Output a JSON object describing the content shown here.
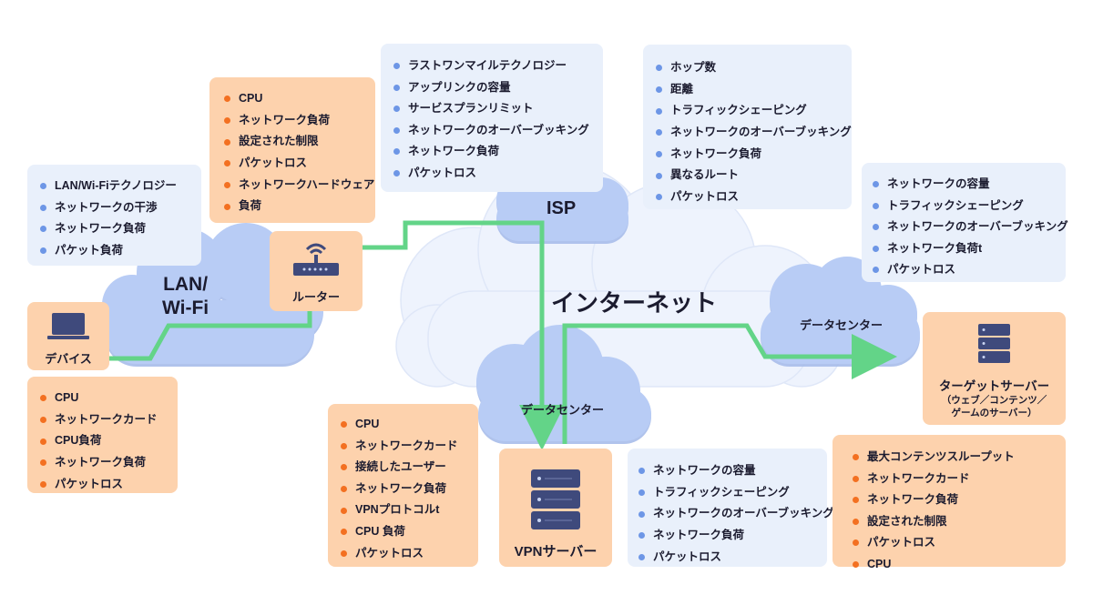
{
  "title": "インターネット",
  "clouds": {
    "lan": "LAN/\nWi-Fi",
    "isp": "ISP",
    "dc_left": "データセンター",
    "dc_right": "データセンター"
  },
  "nodes": {
    "device": "デバイス",
    "router": "ルーター",
    "vpn": "VPNサーバー",
    "target": "ターゲットサーバー",
    "target_sub": "（ウェブ／コンテンツ／\nゲームのサーバー）"
  },
  "lists": {
    "lan_wifi": [
      "LAN/Wi-Fiテクノロジー",
      "ネットワークの干渉",
      "ネットワーク負荷",
      "パケット負荷"
    ],
    "router": [
      "CPU",
      "ネットワーク負荷",
      "設定された制限",
      "パケットロス",
      "ネットワークハードウェア",
      "負荷"
    ],
    "isp": [
      "ラストワンマイルテクノロジー",
      "アップリンクの容量",
      "サービスプランリミット",
      "ネットワークのオーバーブッキング",
      "ネットワーク負荷",
      "パケットロス"
    ],
    "internet": [
      "ホップ数",
      "距離",
      "トラフィックシェーピング",
      "ネットワークのオーバーブッキング",
      "ネットワーク負荷",
      "異なるルート",
      "パケットロス"
    ],
    "datacenter_right": [
      "ネットワークの容量",
      "トラフィックシェーピング",
      "ネットワークのオーバーブッキング",
      "ネットワーク負荷t",
      "パケットロス"
    ],
    "device": [
      "CPU",
      "ネットワークカード",
      "CPU負荷",
      "ネットワーク負荷",
      "パケットロス"
    ],
    "vpn": [
      "CPU",
      "ネットワークカード",
      "接続したユーザー",
      "ネットワーク負荷",
      "VPNプロトコルt",
      "CPU 負荷",
      "パケットロス"
    ],
    "datacenter_mid": [
      "ネットワークの容量",
      "トラフィックシェーピング",
      "ネットワークのオーバーブッキング",
      "ネットワーク負荷",
      "パケットロス"
    ],
    "target": [
      "最大コンテンツスループット",
      "ネットワークカード",
      "ネットワーク負荷",
      "設定された制限",
      "パケットロス",
      "CPU"
    ]
  },
  "colors": {
    "path": "#63d488",
    "cloud_outer": "#eef3fd",
    "cloud_inner": "#b8ccf5",
    "orange_box": "#fdd2ad",
    "blue_box": "#e9f0fb",
    "orange_bullet": "#f37021",
    "blue_bullet": "#6d96e6",
    "server": "#3f4a7c"
  }
}
